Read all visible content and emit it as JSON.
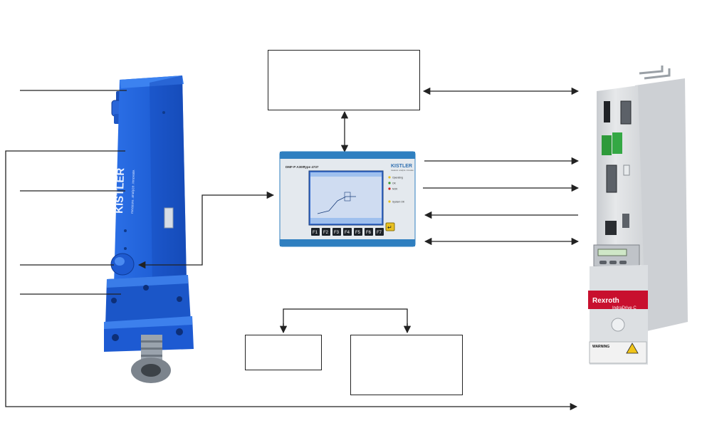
{
  "diagram": {
    "actuator": {
      "brand": "KISTLER",
      "brand_sub": "measure. analyze. innovate."
    },
    "monitor": {
      "model_label": "DMF-P A300",
      "type_label": "Type 4737",
      "brand": "KISTLER",
      "brand_sub": "measure. analyze. innovate.",
      "status_items": [
        {
          "label": "Operating",
          "color": "#e8c020"
        },
        {
          "label": "OK",
          "color": "#3a9a2a"
        },
        {
          "label": "NOK",
          "color": "#d02020"
        },
        {
          "label": "System OK",
          "color": "#e8c020"
        }
      ],
      "fkeys": [
        "F1",
        "F2",
        "F3",
        "F4",
        "F5",
        "F6",
        "F7"
      ],
      "enter_key_symbol": "↵",
      "colors": {
        "frame": "#2f7fc0",
        "screen": "#3a6fd0",
        "face": "#e4e9ee"
      }
    },
    "drive": {
      "brand": "Rexroth",
      "product": "IndraDrive C",
      "warning_label": "WARNING",
      "colors": {
        "brand_bar": "#c8102e",
        "housing": "#d9dbdd"
      }
    },
    "colors": {
      "actuator": "#1f5fd6",
      "actuator_dark": "#1246a8",
      "line": "#222222"
    }
  }
}
